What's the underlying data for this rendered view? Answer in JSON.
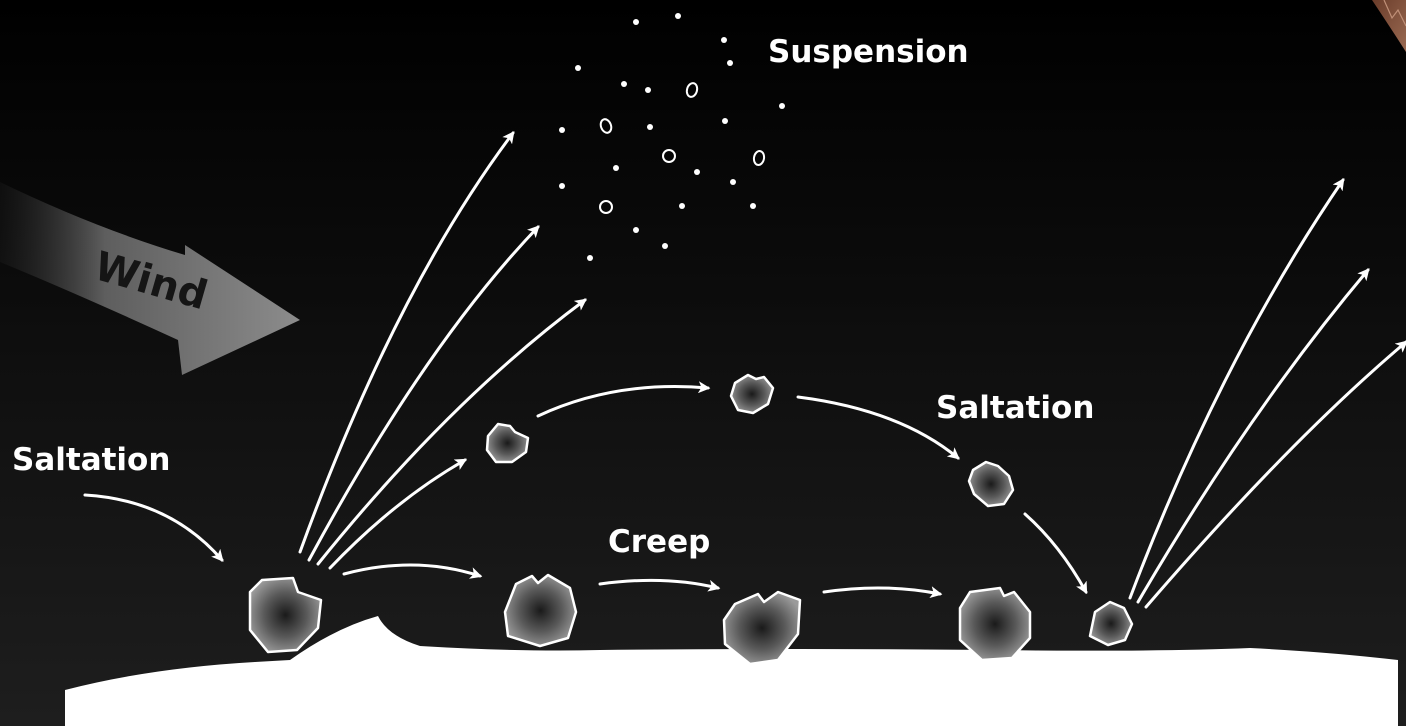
{
  "labels": {
    "wind": "Wind",
    "suspension": "Suspension",
    "saltation_left": "Saltation",
    "saltation_right": "Saltation",
    "creep": "Creep"
  },
  "colors": {
    "background_top": "#000000",
    "background_bottom": "#1e1e1e",
    "ground": "#ffffff",
    "arrow_stroke": "#ffffff",
    "grain_center": "#1a1a1a",
    "grain_edge": "#9a9a9a",
    "wind_arrow": "#8a8a8a",
    "rock_corner": "#7a4a36"
  },
  "icons": {
    "wind_arrow": "curved-arrow-icon",
    "grain": "sand-grain-icon",
    "trajectory": "arrow-icon"
  }
}
